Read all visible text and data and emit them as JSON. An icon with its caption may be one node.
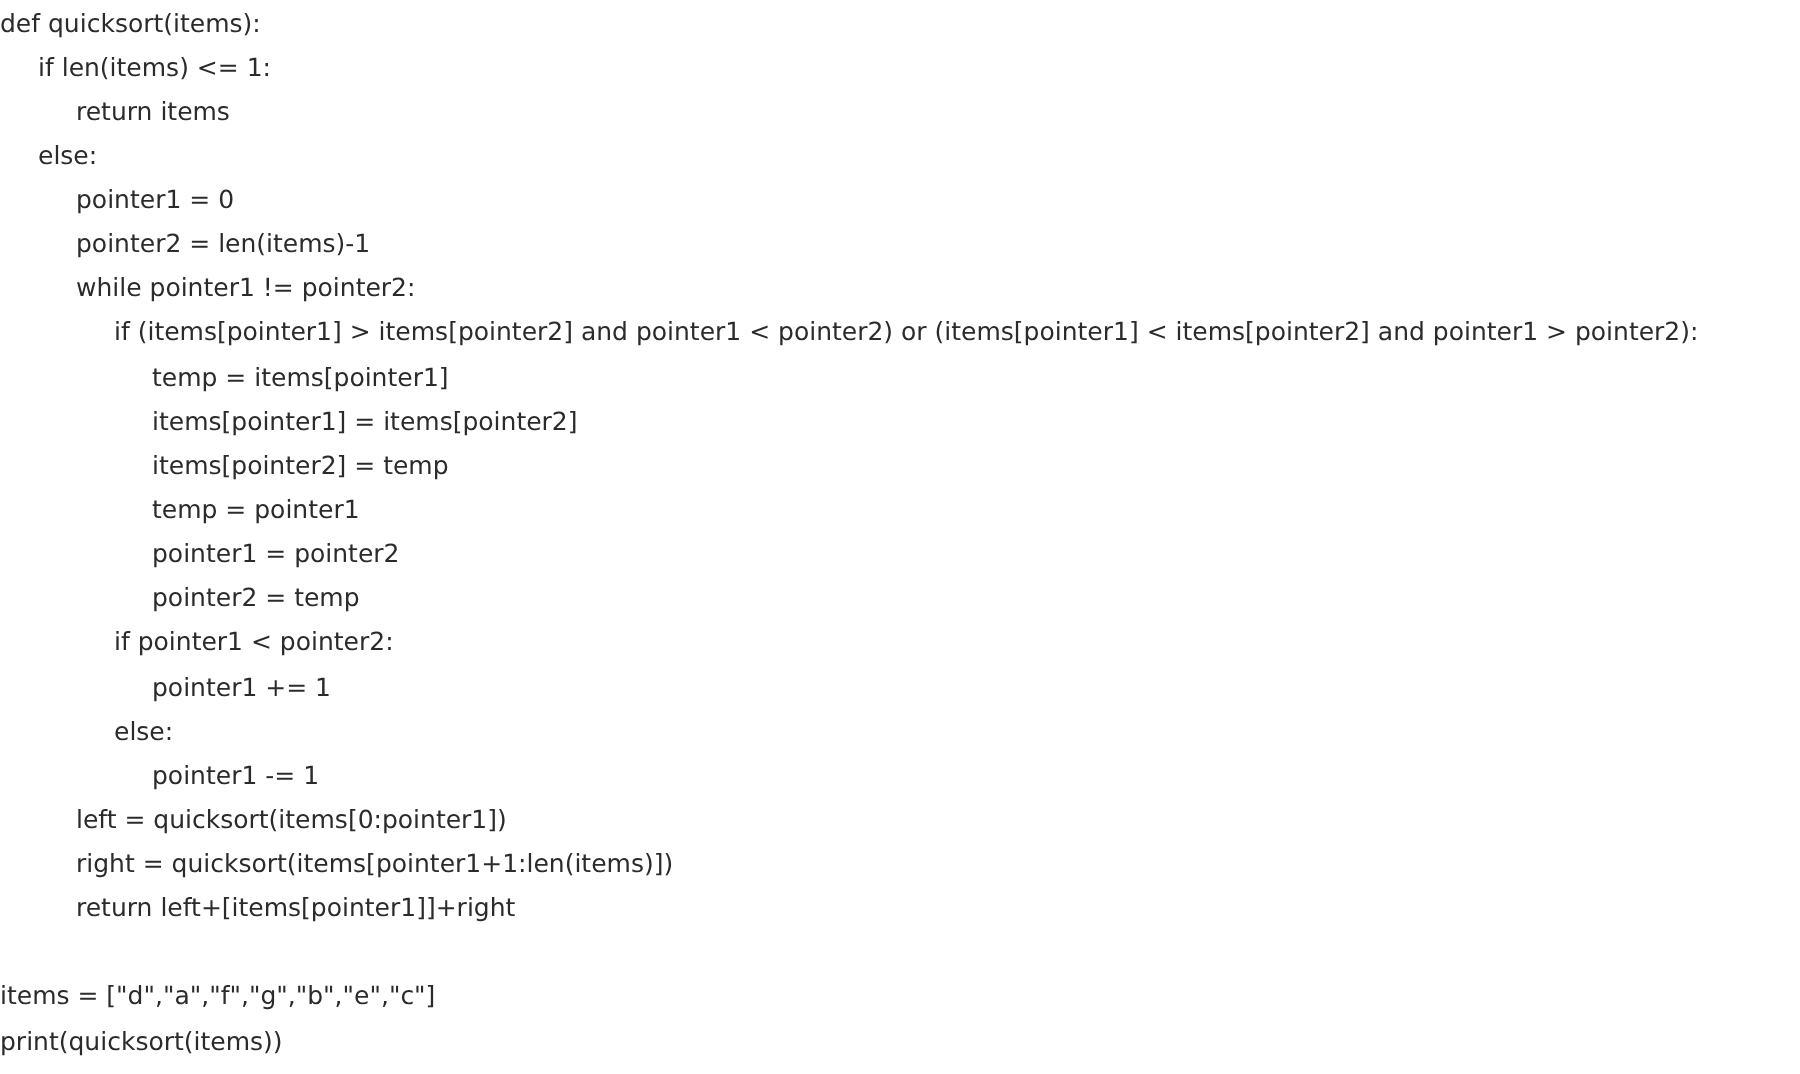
{
  "diagram": {
    "labels": [
      "def quicksort(items):",
      "if len(items) <= 1:",
      "return items",
      "else:",
      "pointer1 = 0",
      "pointer2 = len(items)-1",
      "while pointer1 != pointer2:",
      "if (items[pointer1] > items[pointer2] and pointer1 < pointer2) or (items[pointer1] < items[pointer2] and pointer1 > pointer2):",
      "temp = items[pointer1]",
      "items[pointer1] = items[pointer2]",
      "items[pointer2] = temp",
      "temp = pointer1",
      "pointer1 = pointer2",
      "pointer2 = temp",
      "if pointer1 < pointer2:",
      "pointer1 += 1",
      "else:",
      "pointer1 -= 1",
      "left = quicksort(items[0:pointer1])",
      "right = quicksort(items[pointer1+1:len(items)])",
      "return left+[items[pointer1]]+right",
      "items = [\"d\",\"a\",\"f\",\"g\",\"b\",\"e\",\"c\"]",
      "print(quicksort(items))"
    ]
  }
}
